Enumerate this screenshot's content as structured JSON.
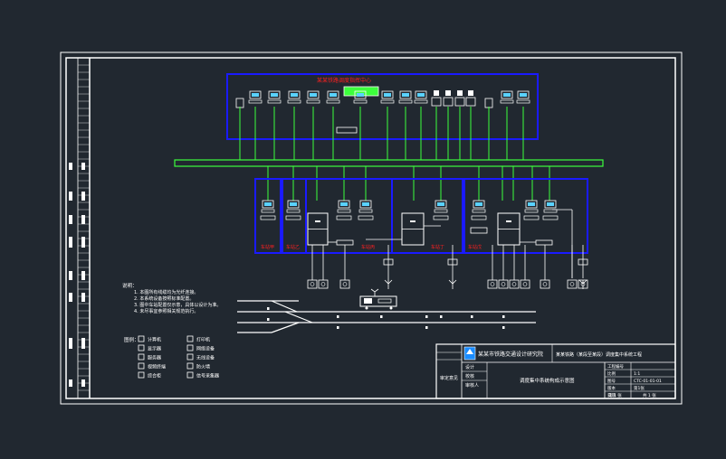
{
  "colors": {
    "background": "#212830",
    "frame": "#ffffff",
    "bus": "#3cff3c",
    "box": "#1a1aff",
    "label": "#ff2020",
    "accent": "#3cff3c"
  },
  "control_center_title": "某某铁路调度指挥中心",
  "bus_label": "",
  "station_labels": [
    "车站甲",
    "车站乙",
    "车站丙",
    "车站丁",
    "车站戊"
  ],
  "notes": {
    "title": "说明：",
    "lines": [
      "1. 本图所有线缆均为光纤连接。",
      "2. 本系统设备按照标准配置。",
      "3. 图中车站配置仅示意，具体以设计为准。",
      "4. 未尽事宜参照相关规范执行。"
    ]
  },
  "legend": {
    "title": "图例：",
    "items": [
      "计算机",
      "打印机",
      "显示器",
      "网络设备",
      "服务器",
      "无线设备",
      "视频终端",
      "防火墙",
      "综合柜",
      "信号采集器"
    ]
  },
  "title_block": {
    "company": "某某市铁路交通设计研究院",
    "project": "某某铁路（某段至某段）调度集中系统工程",
    "drawing_title": "调度集中系统构成示意图",
    "rows_left": [
      "设计",
      "校核",
      "审核人"
    ],
    "side_label": "审定意见",
    "right_labels": [
      "工程编号",
      "比例",
      "图号",
      "版本",
      "日期"
    ],
    "right_values": [
      "",
      "1:1",
      "CTC-01-01-01",
      "第1张",
      ""
    ],
    "footer": [
      "第 1 张",
      "共 1 张"
    ]
  }
}
